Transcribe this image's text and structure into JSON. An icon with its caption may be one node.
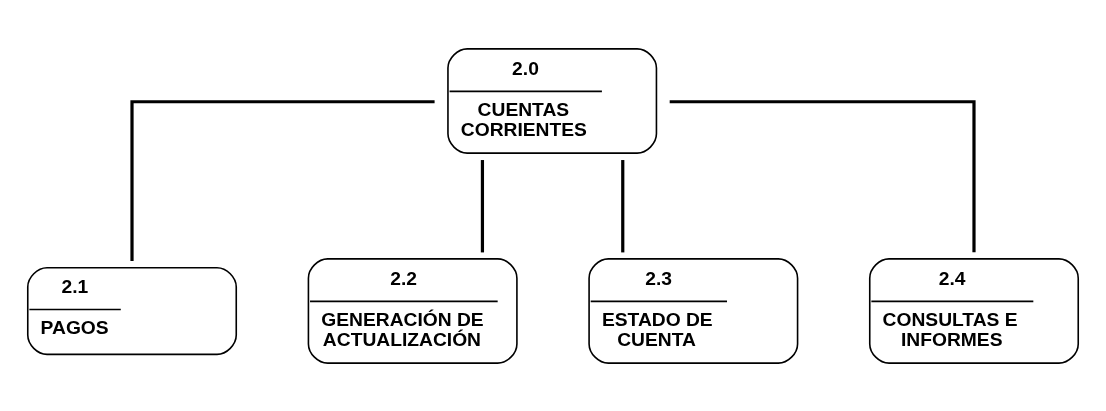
{
  "diagram": {
    "nodes": [
      {
        "text": [
          "2.0",
          "CUENTAS CORRIENTES"
        ]
      },
      {
        "text": [
          "2.1",
          "PAGOS"
        ]
      },
      {
        "text": [
          "2.2",
          "GENERACIÓN DE ACTUALIZACIÓN"
        ]
      },
      {
        "text": [
          "2.3",
          "ESTADO DE CUENTA"
        ]
      },
      {
        "text": [
          "2.4",
          "CONSULTAS E INFORMES"
        ]
      }
    ],
    "edges": [
      {
        "from": 0,
        "to": 1,
        "arrow": "none"
      },
      {
        "from": 0,
        "to": 2,
        "arrow": "none"
      },
      {
        "from": 0,
        "to": 3,
        "arrow": "none"
      },
      {
        "from": 0,
        "to": 4,
        "arrow": "none"
      }
    ]
  }
}
